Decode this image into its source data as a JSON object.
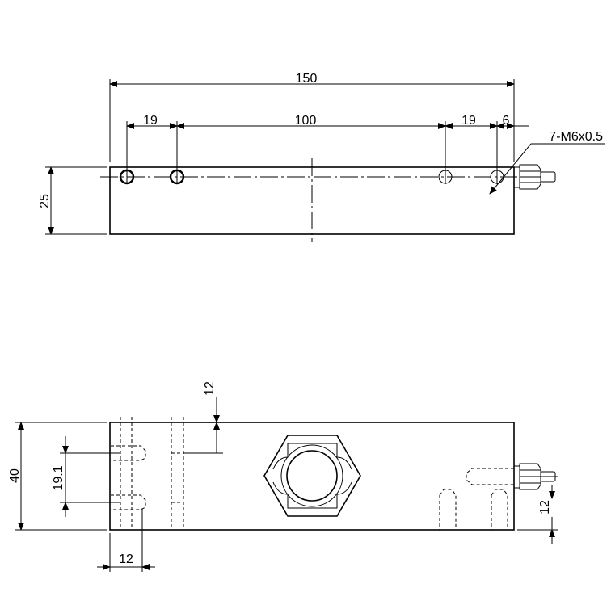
{
  "drawing": {
    "colors": {
      "line": "#000000",
      "background": "#ffffff"
    },
    "top_view": {
      "overall_length": "150",
      "hole_spacing_left": "19",
      "hole_spacing_center": "100",
      "hole_spacing_right": "19",
      "end_offset": "6",
      "height": "25",
      "thread_callout": "7-M6x0.5"
    },
    "front_view": {
      "height": "40",
      "hole_depth": "12",
      "hole_pitch": "19.1",
      "hole_offset": "12",
      "cable_height": "12"
    }
  }
}
